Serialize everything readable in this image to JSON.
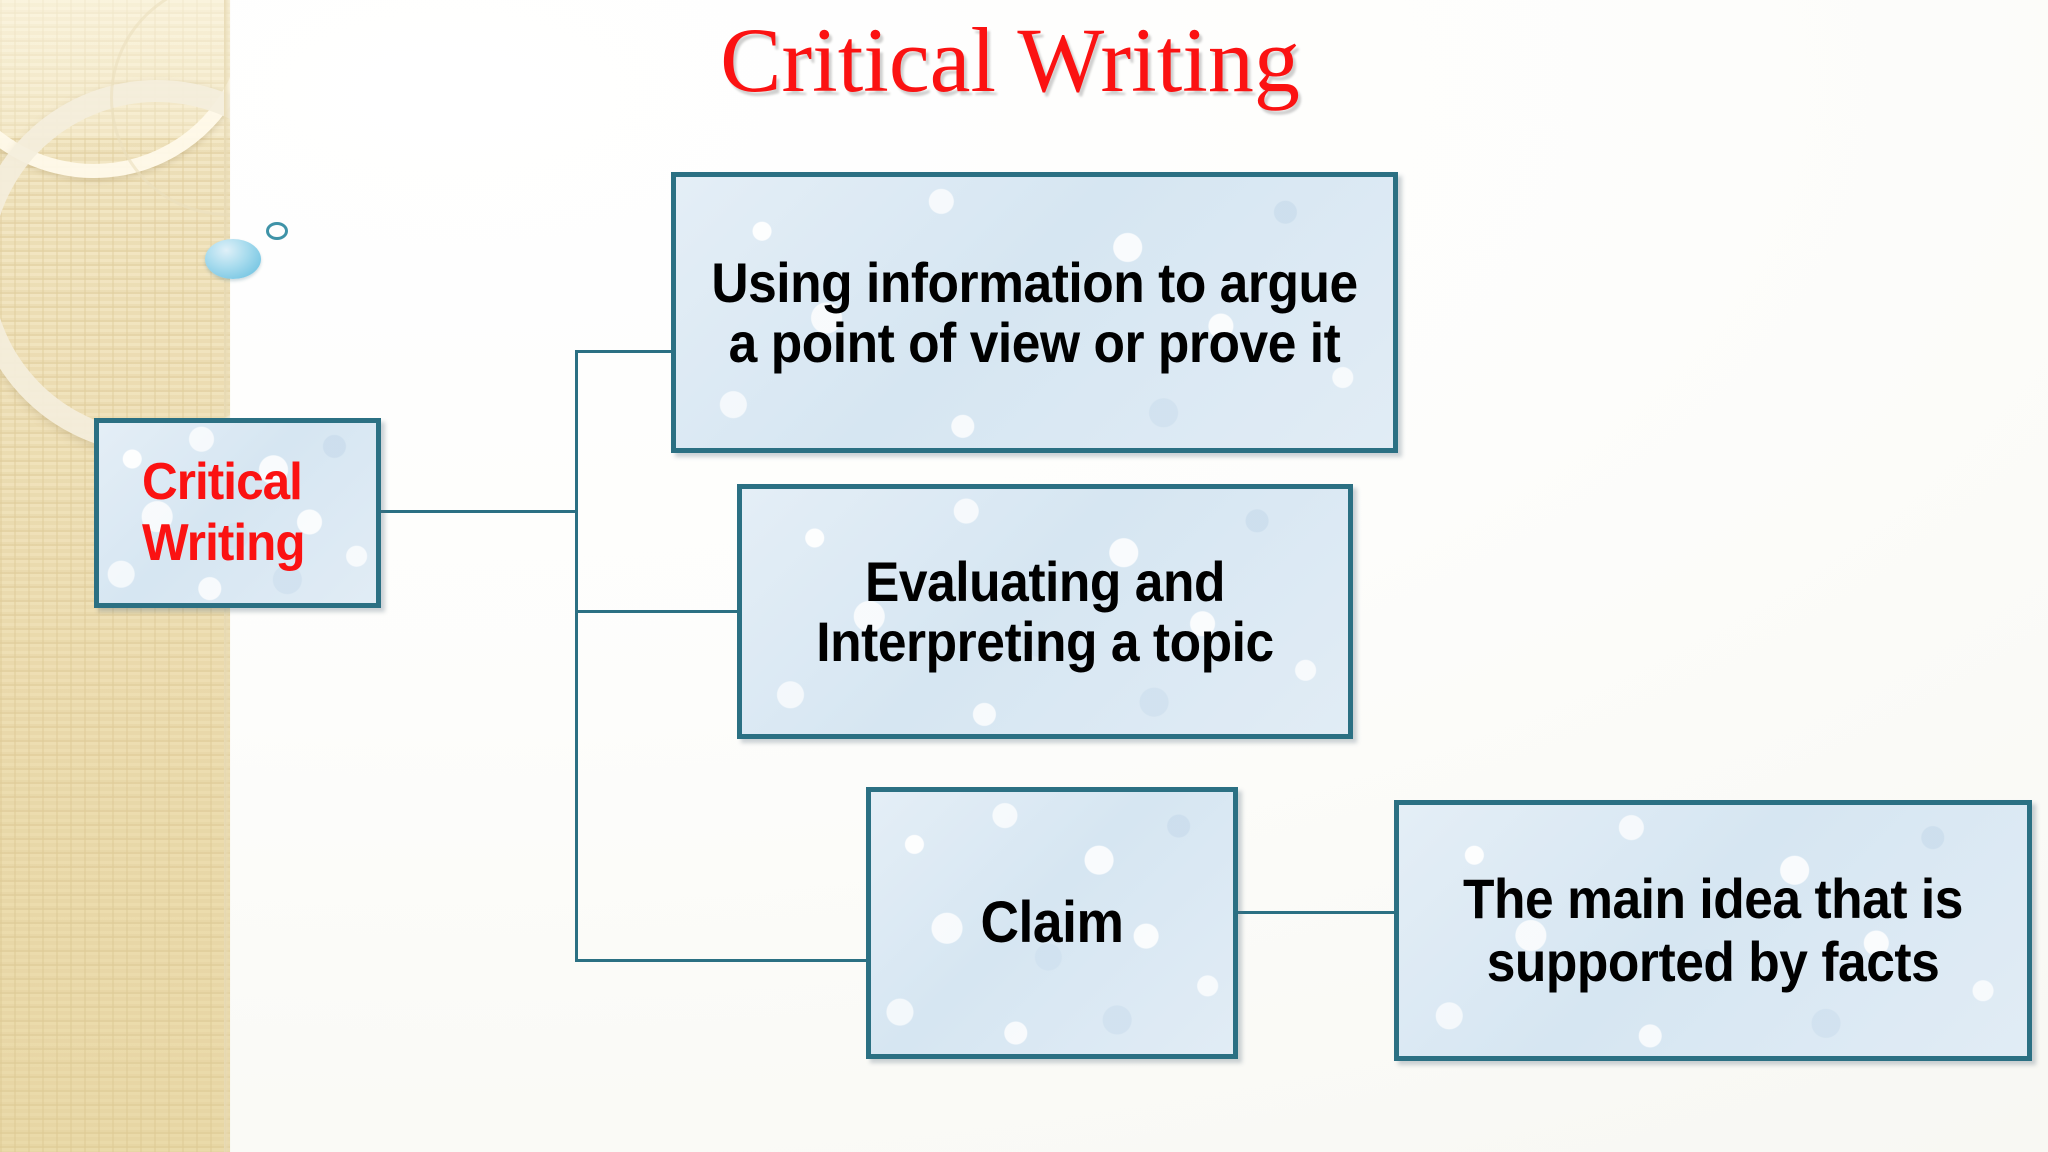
{
  "slide": {
    "title": "Critical Writing",
    "accent_red": "#fb1212",
    "node_border": "#2b7083",
    "node_fill": "#dbe9f3",
    "sidebar_color": "#efe1b8"
  },
  "decor": {
    "blue_ellipse": "blue-ellipse-shape",
    "teal_ring": "teal-ring-shape",
    "ring_large": "decorative-ring",
    "ring_medium": "decorative-ring",
    "ring_small": "decorative-ring"
  },
  "diagram": {
    "type": "horizontal-hierarchy",
    "root": {
      "id": "critical-writing",
      "label": "Critical Writing"
    },
    "branches": [
      {
        "id": "argue",
        "label": "Using information to argue a point of view or prove it"
      },
      {
        "id": "evaluate",
        "label": "Evaluating and Interpreting a topic"
      },
      {
        "id": "claim",
        "label": "Claim",
        "child": {
          "id": "claim-definition",
          "label": "The main idea that is supported by facts"
        }
      }
    ]
  }
}
